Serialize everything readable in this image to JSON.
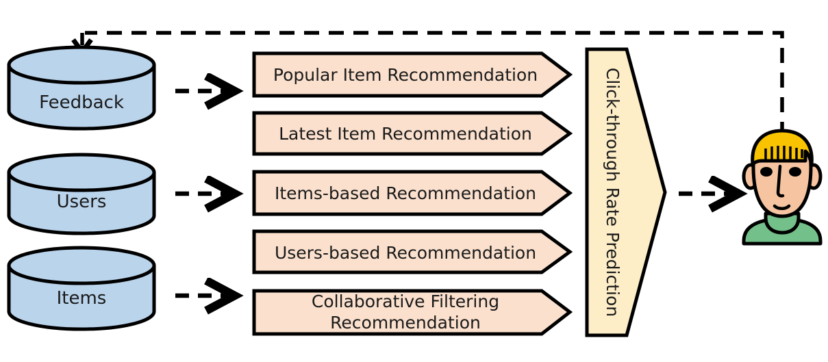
{
  "diagram": {
    "title": "Recommendation System Architecture Flow",
    "type": "flowchart",
    "colors": {
      "database_fill": "#bad4ec",
      "database_stroke": "#000000",
      "flow_fill": "#fae0cd",
      "flow_stroke": "#000000",
      "pentagon_fill": "#fdeec8",
      "pentagon_stroke": "#000000",
      "arrow_stroke": "#000000",
      "avatar_hair": "#f9c300",
      "avatar_skin": "#f6c4a0",
      "avatar_shirt": "#74c08a",
      "background": "#ffffff"
    }
  },
  "databases": [
    {
      "label": "Feedback",
      "name": "feedback-database"
    },
    {
      "label": "Users",
      "name": "users-database"
    },
    {
      "label": "Items",
      "name": "items-database"
    }
  ],
  "recommenders": [
    {
      "label": "Popular Item Recommendation",
      "lines": [
        "Popular Item Recommendation"
      ]
    },
    {
      "label": "Latest Item Recommendation",
      "lines": [
        "Latest Item Recommendation"
      ]
    },
    {
      "label": "Items-based Recommendation",
      "lines": [
        "Items-based Recommendation"
      ]
    },
    {
      "label": "Users-based Recommendation",
      "lines": [
        "Users-based Recommendation"
      ]
    },
    {
      "label": "Collaborative Filtering Recommendation",
      "lines": [
        "Collaborative Filtering",
        "Recommendation"
      ]
    }
  ],
  "ranker": {
    "label": "Click-through Rate Prediction",
    "orientation": "vertical"
  },
  "user": {
    "label": "user-avatar"
  },
  "connections": {
    "feedback_to_recommenders": "dashed-arrow",
    "users_to_recommenders": "dashed-arrow",
    "items_to_recommenders": "dashed-arrow",
    "ranker_to_user": "dashed-arrow",
    "user_feedback_loop": "dashed-arrow"
  }
}
